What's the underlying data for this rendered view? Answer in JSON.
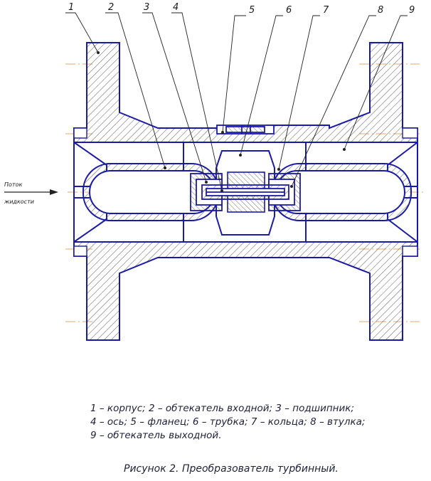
{
  "callouts": [
    "1",
    "2",
    "3",
    "4",
    "5",
    "6",
    "7",
    "8",
    "9"
  ],
  "flow_label": [
    "Поток",
    "жидкости"
  ],
  "legend": [
    "1 – корпус; 2 – обтекатель входной; 3 – подшипник;",
    "4 – ось; 5 – фланец; 6 – трубка; 7 – кольца; 8 – втулка;",
    "9 – обтекатель выходной."
  ],
  "caption": "Рисунок 2. Преобразователь турбинный.",
  "colors": {
    "outline": "#1a1aa8",
    "hatch": "#4a4a4a",
    "axis": "#e08a3c",
    "leader": "#222222"
  }
}
